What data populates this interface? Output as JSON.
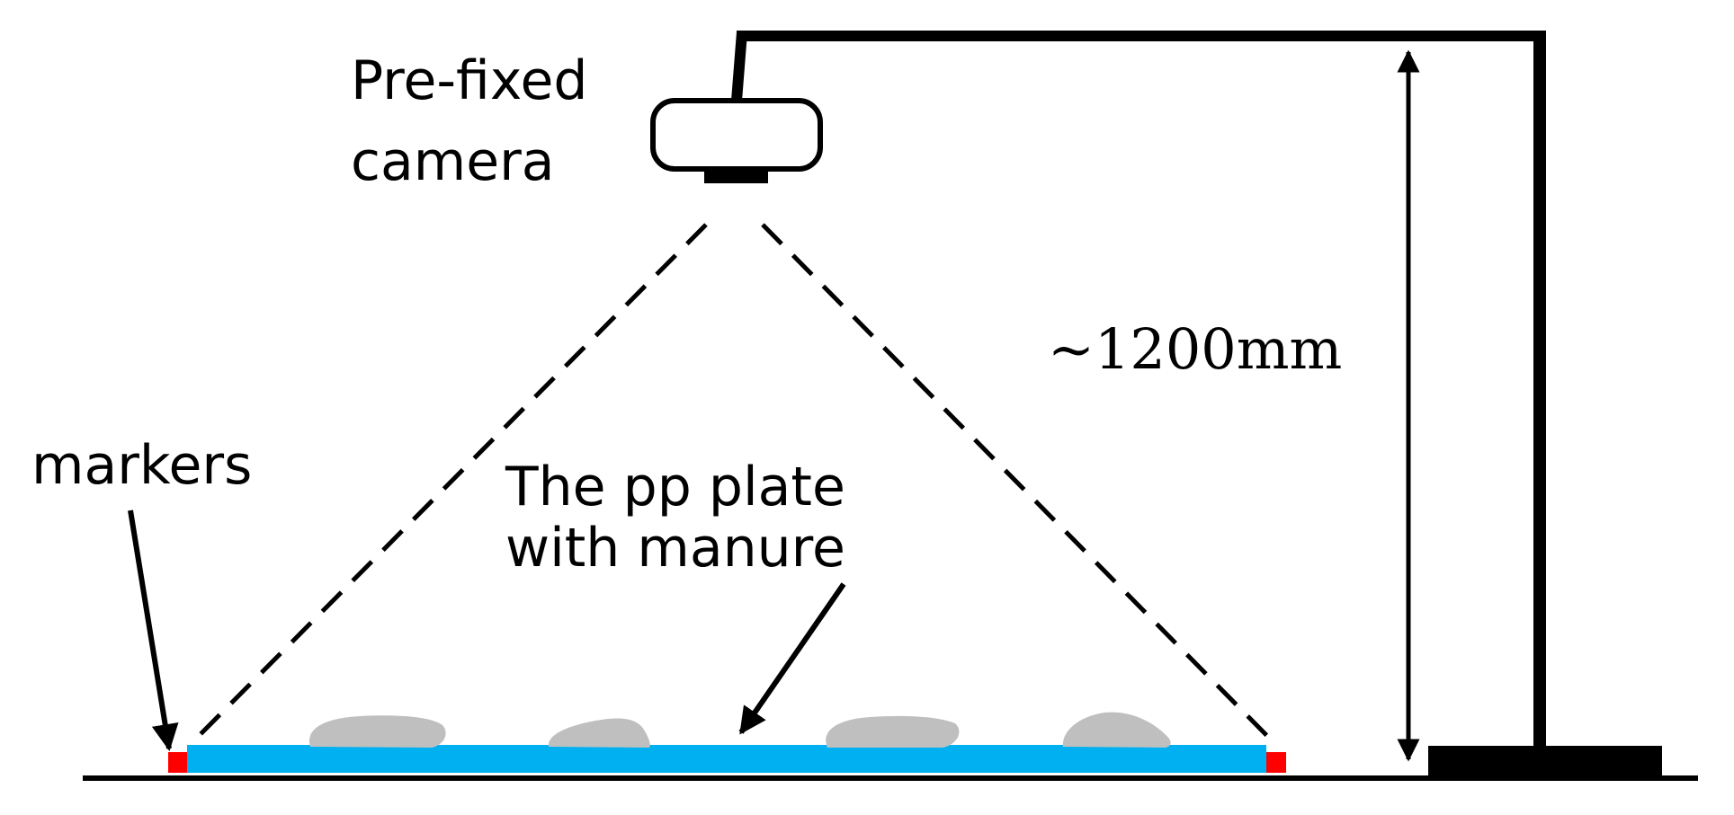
{
  "labels": {
    "camera_line1": "Pre-fixed",
    "camera_line2": "camera",
    "height": "~1200mm",
    "markers": "markers",
    "plate_line1": "The pp plate",
    "plate_line2": "with manure"
  },
  "colors": {
    "ink": "#000000",
    "plate": "#00b0f0",
    "marker": "#ff0000",
    "manure": "#bfbfbf",
    "background": "#ffffff"
  }
}
